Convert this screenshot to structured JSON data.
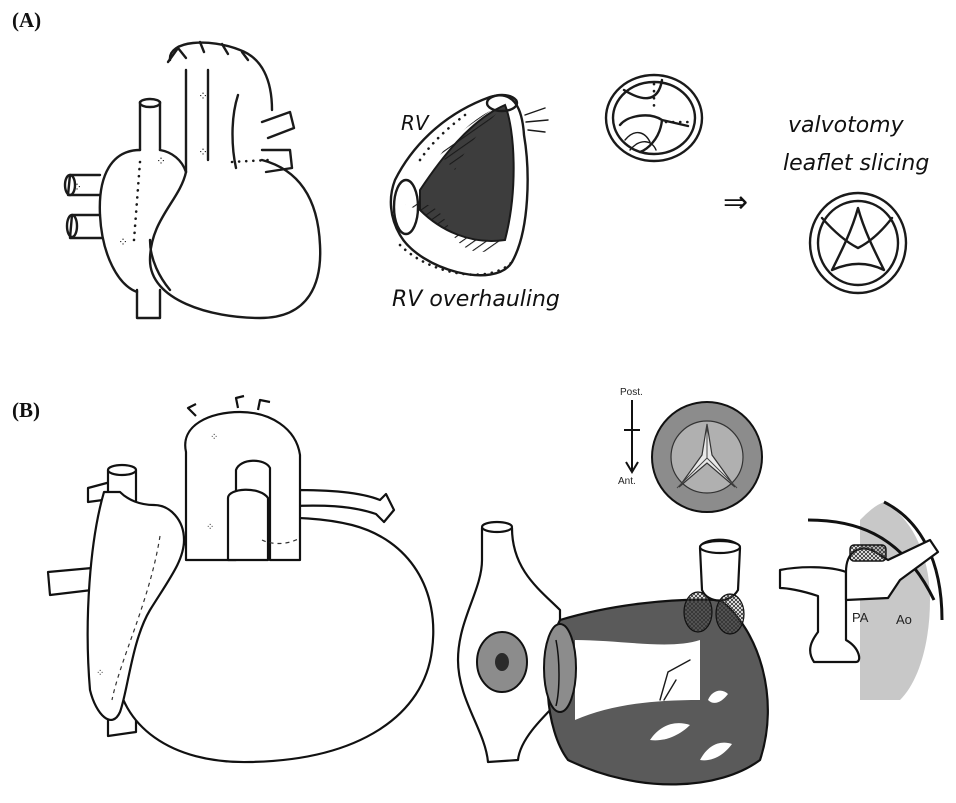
{
  "panels": {
    "a": {
      "label": "(A)"
    },
    "b": {
      "label": "(B)"
    }
  },
  "sketch_a": {
    "rv_label": "RV",
    "rv_overhauling": "RV overhauling",
    "valvotomy": "valvotomy",
    "leaflet_slicing": "leaflet slicing",
    "arrow": "⇒"
  },
  "illustration_b": {
    "orientation_top": "Post.",
    "orientation_bottom": "Ant.",
    "pa_label": "PA",
    "ao_label": "Ao"
  },
  "colors": {
    "ink": "#1a1a1a",
    "shade_dark": "#5a5a5a",
    "shade_mid": "#8c8c8c",
    "shade_light": "#c8c8c8"
  }
}
